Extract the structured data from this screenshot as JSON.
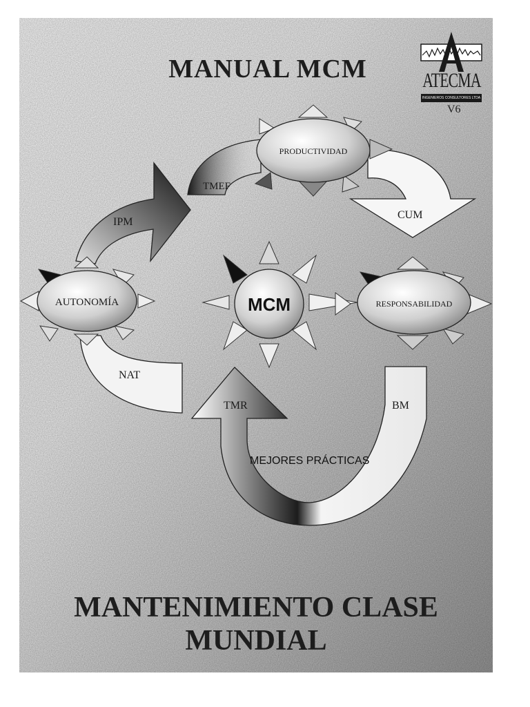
{
  "document": {
    "title": "MANUAL MCM",
    "version": "V6",
    "footer_title_line1": "MANTENIMIENTO CLASE",
    "footer_title_line2": "MUNDIAL"
  },
  "logo": {
    "name": "ATECMA",
    "subtitle": "INGENIEROS CONSULTORES LTDA"
  },
  "diagram": {
    "center": "MCM",
    "nodes": {
      "productividad": "PRODUCTIVIDAD",
      "autonomia": "AUTONOMÍA",
      "responsabilidad": "RESPONSABILIDAD"
    },
    "arrows": {
      "tmef": "TMEF",
      "cum": "CUM",
      "ipm": "IPM",
      "nat": "NAT",
      "tmr": "TMR",
      "bm": "BM",
      "mejores_practicas": "MEJORES PRÁCTICAS"
    }
  }
}
